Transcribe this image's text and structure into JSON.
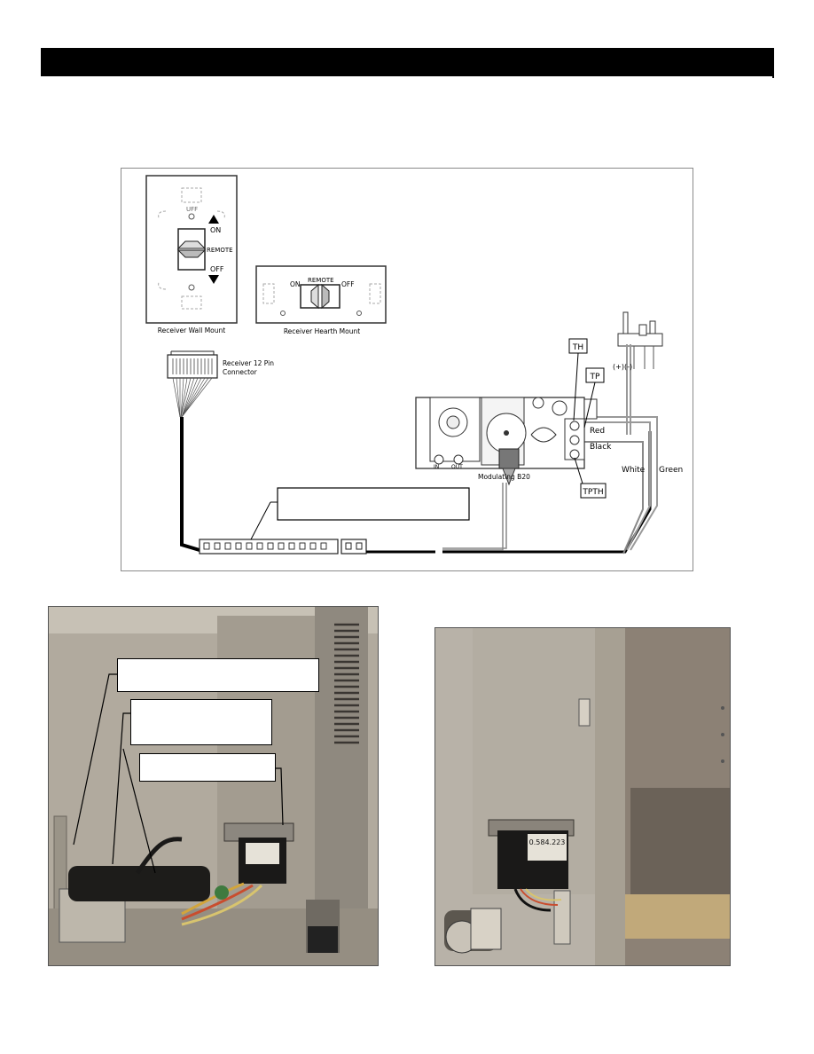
{
  "header": {
    "title": ""
  },
  "diagram": {
    "wall_mount": {
      "caption": "Receiver Wall Mount",
      "on_label": "ON",
      "off_label": "OFF",
      "remote_label": "REMOTE",
      "faint_off_label": "UFF"
    },
    "hearth_mount": {
      "caption": "Receiver Hearth Mount",
      "on_label": "ON",
      "off_label": "OFF",
      "remote_label": "REMOTE"
    },
    "connector": {
      "label_line1": "Receiver 12 Pin",
      "label_line2": "Connector"
    },
    "valve": {
      "caption": "Modulating B20",
      "in_label": "IN",
      "out_label": "OUT"
    },
    "terminals": {
      "th": "TH",
      "tp": "TP",
      "tpth": "TPTH",
      "polarity": "(+)(-)"
    },
    "wires": {
      "red": "Red",
      "black": "Black",
      "white": "White",
      "green": "Green"
    },
    "callout_text": ""
  },
  "photo_left": {
    "callout_1": "",
    "callout_2": "",
    "callout_3": ""
  },
  "photo_right": {
    "module_number": "0.584.223"
  },
  "colors": {
    "bar": "#000000",
    "metal": "#9c9488",
    "metal_dark": "#6f6a62",
    "module": "#1b1b1b"
  }
}
